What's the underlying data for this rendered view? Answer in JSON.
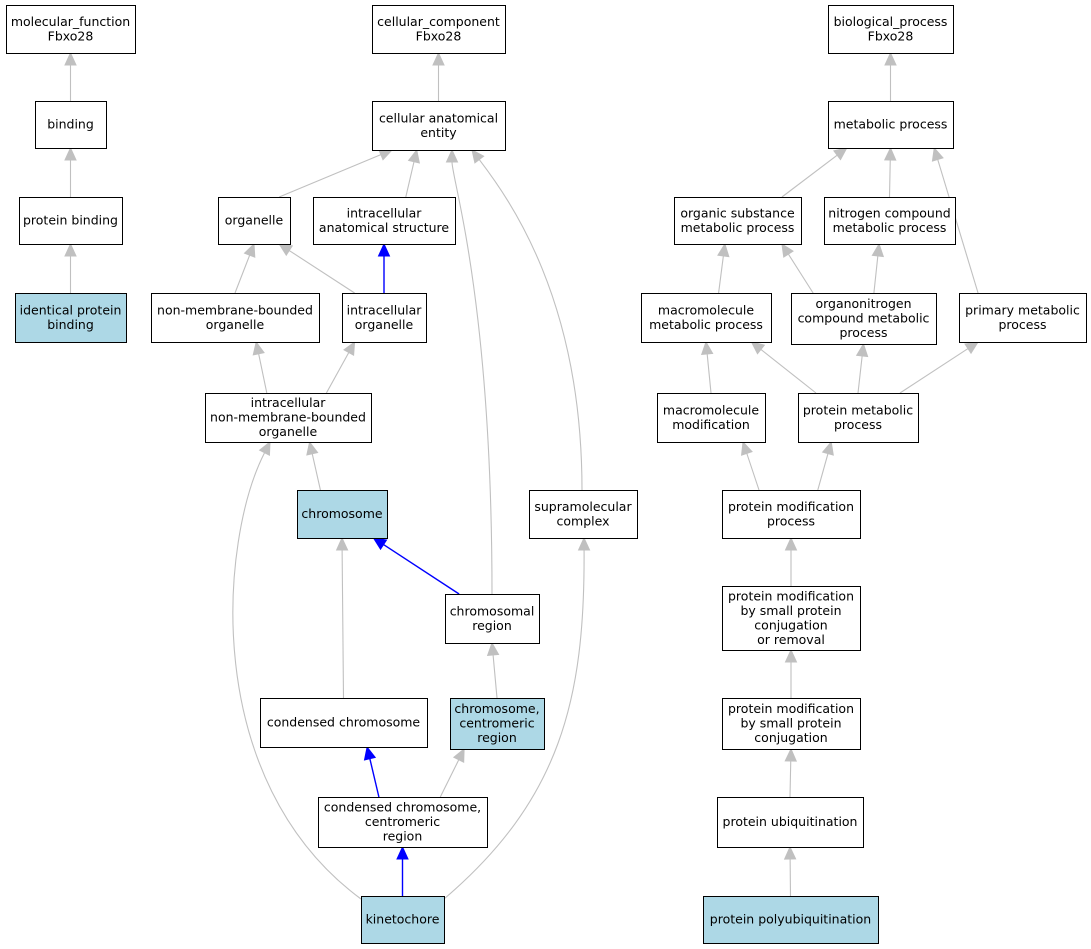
{
  "colors": {
    "node_fill": "#ffffff",
    "highlight_fill": "#add8e6",
    "edge_gray": "#c0c0c0",
    "edge_blue": "#0000ff",
    "border": "#000000"
  },
  "nodes": [
    {
      "id": "mf_root",
      "lines": [
        "molecular_function",
        "Fbxo28"
      ],
      "highlight": false
    },
    {
      "id": "binding",
      "lines": [
        "binding"
      ],
      "highlight": false
    },
    {
      "id": "protein_binding",
      "lines": [
        "protein binding"
      ],
      "highlight": false
    },
    {
      "id": "identical_protein_binding",
      "lines": [
        "identical protein",
        "binding"
      ],
      "highlight": true
    },
    {
      "id": "cc_root",
      "lines": [
        "cellular_component",
        "Fbxo28"
      ],
      "highlight": false
    },
    {
      "id": "cellular_anatomical_entity",
      "lines": [
        "cellular anatomical",
        "entity"
      ],
      "highlight": false
    },
    {
      "id": "organelle",
      "lines": [
        "organelle"
      ],
      "highlight": false
    },
    {
      "id": "intracellular_anatomical_structure",
      "lines": [
        "intracellular",
        "anatomical structure"
      ],
      "highlight": false
    },
    {
      "id": "non_membrane_bounded_organelle",
      "lines": [
        "non-membrane-bounded",
        "organelle"
      ],
      "highlight": false
    },
    {
      "id": "intracellular_organelle",
      "lines": [
        "intracellular",
        "organelle"
      ],
      "highlight": false
    },
    {
      "id": "intracellular_nmb_organelle",
      "lines": [
        "intracellular",
        "non-membrane-bounded",
        "organelle"
      ],
      "highlight": false
    },
    {
      "id": "chromosome",
      "lines": [
        "chromosome"
      ],
      "highlight": true
    },
    {
      "id": "supramolecular_complex",
      "lines": [
        "supramolecular",
        "complex"
      ],
      "highlight": false
    },
    {
      "id": "chromosomal_region",
      "lines": [
        "chromosomal",
        "region"
      ],
      "highlight": false
    },
    {
      "id": "condensed_chromosome",
      "lines": [
        "condensed chromosome"
      ],
      "highlight": false
    },
    {
      "id": "chromosome_centromeric_region",
      "lines": [
        "chromosome,",
        "centromeric",
        "region"
      ],
      "highlight": true
    },
    {
      "id": "condensed_chromosome_centromeric_region",
      "lines": [
        "condensed chromosome,",
        "centromeric",
        "region"
      ],
      "highlight": false
    },
    {
      "id": "kinetochore",
      "lines": [
        "kinetochore"
      ],
      "highlight": true
    },
    {
      "id": "bp_root",
      "lines": [
        "biological_process",
        "Fbxo28"
      ],
      "highlight": false
    },
    {
      "id": "metabolic_process",
      "lines": [
        "metabolic process"
      ],
      "highlight": false
    },
    {
      "id": "organic_substance_metabolic_process",
      "lines": [
        "organic substance",
        "metabolic process"
      ],
      "highlight": false
    },
    {
      "id": "nitrogen_compound_metabolic_process",
      "lines": [
        "nitrogen compound",
        "metabolic process"
      ],
      "highlight": false
    },
    {
      "id": "macromolecule_metabolic_process",
      "lines": [
        "macromolecule",
        "metabolic process"
      ],
      "highlight": false
    },
    {
      "id": "organonitrogen_compound_metabolic_process",
      "lines": [
        "organonitrogen",
        "compound metabolic",
        "process"
      ],
      "highlight": false
    },
    {
      "id": "primary_metabolic_process",
      "lines": [
        "primary metabolic",
        "process"
      ],
      "highlight": false
    },
    {
      "id": "macromolecule_modification",
      "lines": [
        "macromolecule",
        "modification"
      ],
      "highlight": false
    },
    {
      "id": "protein_metabolic_process",
      "lines": [
        "protein metabolic",
        "process"
      ],
      "highlight": false
    },
    {
      "id": "protein_modification_process",
      "lines": [
        "protein modification",
        "process"
      ],
      "highlight": false
    },
    {
      "id": "protein_modification_conj_or_removal",
      "lines": [
        "protein modification",
        "by small protein",
        "conjugation",
        "or removal"
      ],
      "highlight": false
    },
    {
      "id": "protein_modification_conj",
      "lines": [
        "protein modification",
        "by small protein",
        "conjugation"
      ],
      "highlight": false
    },
    {
      "id": "protein_ubiquitination",
      "lines": [
        "protein ubiquitination"
      ],
      "highlight": false
    },
    {
      "id": "protein_polyubiquitination",
      "lines": [
        "protein polyubiquitination"
      ],
      "highlight": true
    }
  ],
  "edges": [
    {
      "from": "binding",
      "to": "mf_root",
      "color": "gray"
    },
    {
      "from": "protein_binding",
      "to": "binding",
      "color": "gray"
    },
    {
      "from": "identical_protein_binding",
      "to": "protein_binding",
      "color": "gray"
    },
    {
      "from": "cellular_anatomical_entity",
      "to": "cc_root",
      "color": "gray"
    },
    {
      "from": "organelle",
      "to": "cellular_anatomical_entity",
      "color": "gray"
    },
    {
      "from": "intracellular_anatomical_structure",
      "to": "cellular_anatomical_entity",
      "color": "gray"
    },
    {
      "from": "non_membrane_bounded_organelle",
      "to": "organelle",
      "color": "gray"
    },
    {
      "from": "intracellular_organelle",
      "to": "organelle",
      "color": "gray"
    },
    {
      "from": "intracellular_organelle",
      "to": "intracellular_anatomical_structure",
      "color": "blue"
    },
    {
      "from": "intracellular_nmb_organelle",
      "to": "non_membrane_bounded_organelle",
      "color": "gray"
    },
    {
      "from": "intracellular_nmb_organelle",
      "to": "intracellular_organelle",
      "color": "gray"
    },
    {
      "from": "chromosome",
      "to": "intracellular_nmb_organelle",
      "color": "gray"
    },
    {
      "from": "chromosomal_region",
      "to": "chromosome",
      "color": "blue"
    },
    {
      "from": "chromosomal_region",
      "to": "cellular_anatomical_entity",
      "color": "gray"
    },
    {
      "from": "supramolecular_complex",
      "to": "cellular_anatomical_entity",
      "color": "gray"
    },
    {
      "from": "condensed_chromosome",
      "to": "chromosome",
      "color": "gray"
    },
    {
      "from": "chromosome_centromeric_region",
      "to": "chromosomal_region",
      "color": "gray"
    },
    {
      "from": "condensed_chromosome_centromeric_region",
      "to": "condensed_chromosome",
      "color": "blue"
    },
    {
      "from": "condensed_chromosome_centromeric_region",
      "to": "chromosome_centromeric_region",
      "color": "gray"
    },
    {
      "from": "kinetochore",
      "to": "condensed_chromosome_centromeric_region",
      "color": "blue"
    },
    {
      "from": "kinetochore",
      "to": "intracellular_nmb_organelle",
      "color": "gray"
    },
    {
      "from": "kinetochore",
      "to": "supramolecular_complex",
      "color": "gray"
    },
    {
      "from": "metabolic_process",
      "to": "bp_root",
      "color": "gray"
    },
    {
      "from": "organic_substance_metabolic_process",
      "to": "metabolic_process",
      "color": "gray"
    },
    {
      "from": "nitrogen_compound_metabolic_process",
      "to": "metabolic_process",
      "color": "gray"
    },
    {
      "from": "primary_metabolic_process",
      "to": "metabolic_process",
      "color": "gray"
    },
    {
      "from": "macromolecule_metabolic_process",
      "to": "organic_substance_metabolic_process",
      "color": "gray"
    },
    {
      "from": "organonitrogen_compound_metabolic_process",
      "to": "organic_substance_metabolic_process",
      "color": "gray"
    },
    {
      "from": "organonitrogen_compound_metabolic_process",
      "to": "nitrogen_compound_metabolic_process",
      "color": "gray"
    },
    {
      "from": "macromolecule_modification",
      "to": "macromolecule_metabolic_process",
      "color": "gray"
    },
    {
      "from": "protein_metabolic_process",
      "to": "macromolecule_metabolic_process",
      "color": "gray"
    },
    {
      "from": "protein_metabolic_process",
      "to": "organonitrogen_compound_metabolic_process",
      "color": "gray"
    },
    {
      "from": "protein_metabolic_process",
      "to": "primary_metabolic_process",
      "color": "gray"
    },
    {
      "from": "protein_modification_process",
      "to": "macromolecule_modification",
      "color": "gray"
    },
    {
      "from": "protein_modification_process",
      "to": "protein_metabolic_process",
      "color": "gray"
    },
    {
      "from": "protein_modification_conj_or_removal",
      "to": "protein_modification_process",
      "color": "gray"
    },
    {
      "from": "protein_modification_conj",
      "to": "protein_modification_conj_or_removal",
      "color": "gray"
    },
    {
      "from": "protein_ubiquitination",
      "to": "protein_modification_conj",
      "color": "gray"
    },
    {
      "from": "protein_polyubiquitination",
      "to": "protein_ubiquitination",
      "color": "gray"
    }
  ]
}
